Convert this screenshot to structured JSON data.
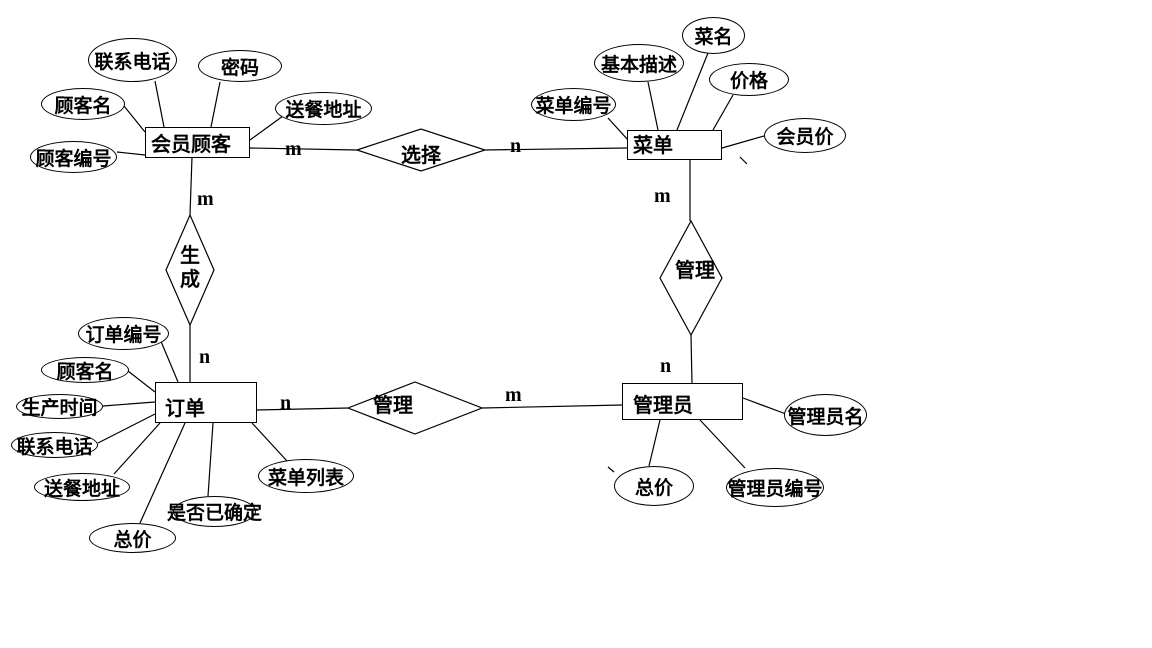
{
  "diagram": {
    "type": "entity-relationship",
    "colors": {
      "ink": "#000000",
      "background": "#ffffff"
    },
    "entities": [
      {
        "label": "会员顾客"
      },
      {
        "label": "菜单"
      },
      {
        "label": "订单"
      },
      {
        "label": "管理员"
      }
    ],
    "relationships": [
      {
        "label": "选择"
      },
      {
        "label": "生成"
      },
      {
        "label": "管理"
      },
      {
        "label": "管理"
      }
    ],
    "attributes": {
      "member": [
        "联系电话",
        "密码",
        "顾客名",
        "送餐地址",
        "顾客编号"
      ],
      "menu": [
        "菜名",
        "基本描述",
        "价格",
        "菜单编号",
        "会员价"
      ],
      "order": [
        "订单编号",
        "顾客名",
        "生产时间",
        "联系电话",
        "送餐地址",
        "总价",
        "是否已确定",
        "菜单列表"
      ],
      "admin": [
        "管理员名",
        "总价",
        "管理员编号"
      ]
    },
    "cardinalities": [
      "m",
      "n",
      "m",
      "n",
      "m",
      "n",
      "n",
      "m"
    ]
  }
}
